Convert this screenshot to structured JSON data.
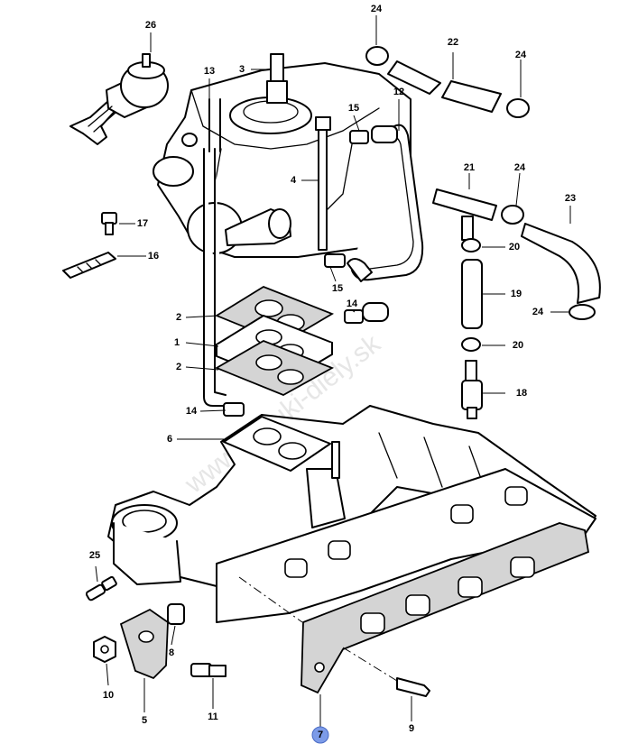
{
  "watermark": "www.suzuki-diely.sk",
  "highlight_color": "#7c9be8",
  "callouts": [
    {
      "id": "c1",
      "label": "1"
    },
    {
      "id": "c2a",
      "label": "2"
    },
    {
      "id": "c2b",
      "label": "2"
    },
    {
      "id": "c3",
      "label": "3"
    },
    {
      "id": "c4",
      "label": "4"
    },
    {
      "id": "c5",
      "label": "5"
    },
    {
      "id": "c6",
      "label": "6"
    },
    {
      "id": "c7",
      "label": "7",
      "highlighted": true
    },
    {
      "id": "c8",
      "label": "8"
    },
    {
      "id": "c9",
      "label": "9"
    },
    {
      "id": "c10",
      "label": "10"
    },
    {
      "id": "c11",
      "label": "11"
    },
    {
      "id": "c12",
      "label": "12"
    },
    {
      "id": "c13",
      "label": "13"
    },
    {
      "id": "c14a",
      "label": "14"
    },
    {
      "id": "c14b",
      "label": "14"
    },
    {
      "id": "c15a",
      "label": "15"
    },
    {
      "id": "c15b",
      "label": "15"
    },
    {
      "id": "c16",
      "label": "16"
    },
    {
      "id": "c17",
      "label": "17"
    },
    {
      "id": "c18",
      "label": "18"
    },
    {
      "id": "c19",
      "label": "19"
    },
    {
      "id": "c20a",
      "label": "20"
    },
    {
      "id": "c20b",
      "label": "20"
    },
    {
      "id": "c21",
      "label": "21"
    },
    {
      "id": "c22",
      "label": "22"
    },
    {
      "id": "c23",
      "label": "23"
    },
    {
      "id": "c24a",
      "label": "24"
    },
    {
      "id": "c24b",
      "label": "24"
    },
    {
      "id": "c24c",
      "label": "24"
    },
    {
      "id": "c24d",
      "label": "24"
    },
    {
      "id": "c25",
      "label": "25"
    },
    {
      "id": "c26",
      "label": "26"
    }
  ]
}
